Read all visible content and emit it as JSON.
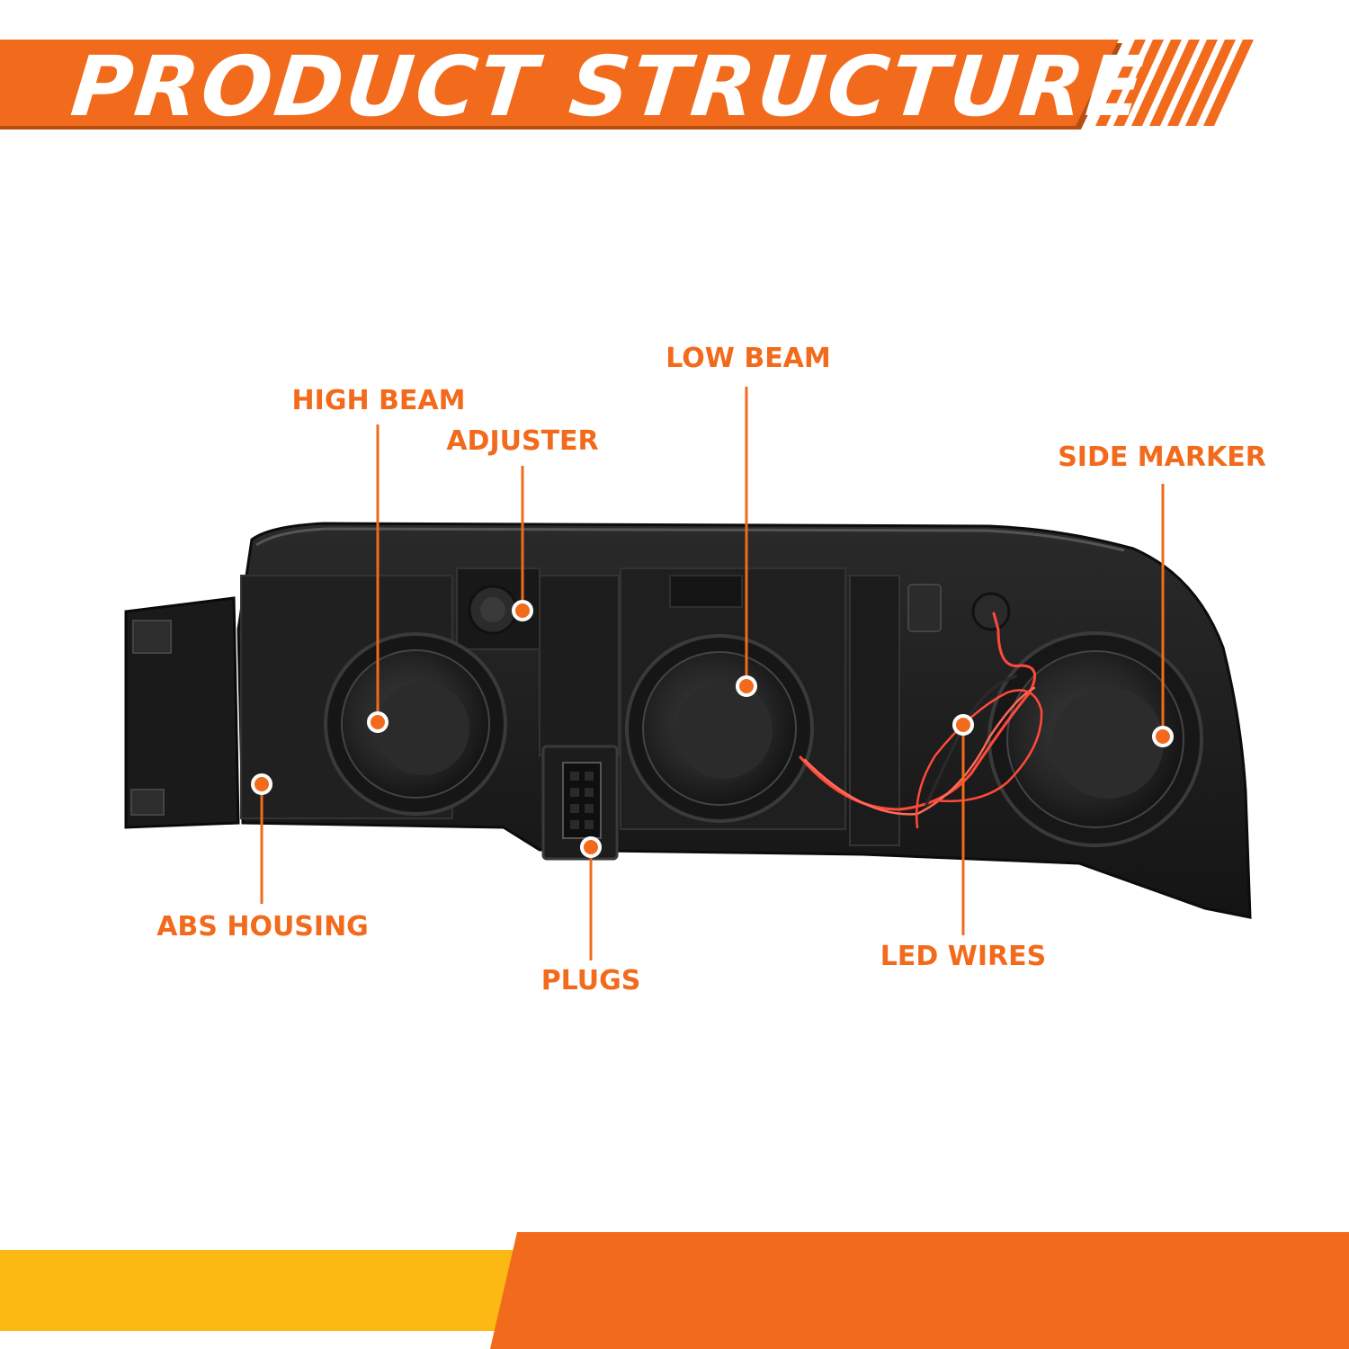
{
  "header": {
    "title": "PRODUCT STRUCTURE"
  },
  "colors": {
    "accent_orange": "#f26a1b",
    "footer_yellow": "#fcb813",
    "housing_dark": "#1e1e1e",
    "wire_red": "#ff4a3a"
  },
  "callouts": [
    {
      "id": "high-beam",
      "label": "HIGH BEAM"
    },
    {
      "id": "adjuster",
      "label": "ADJUSTER"
    },
    {
      "id": "low-beam",
      "label": "LOW BEAM"
    },
    {
      "id": "side-marker",
      "label": "SIDE MARKER"
    },
    {
      "id": "abs-housing",
      "label": "ABS HOUSING"
    },
    {
      "id": "plugs",
      "label": "PLUGS"
    },
    {
      "id": "led-wires",
      "label": "LED WIRES"
    }
  ]
}
